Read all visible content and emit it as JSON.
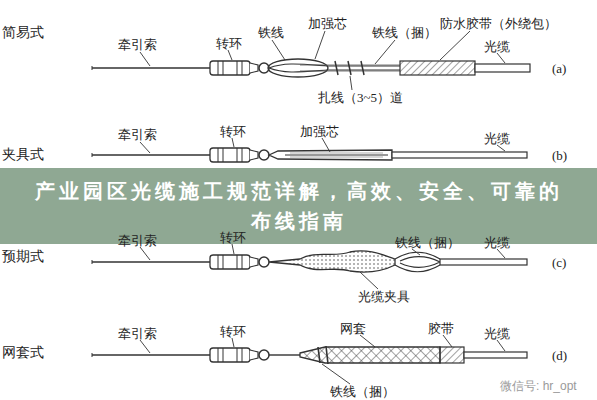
{
  "diagram": {
    "title": "产业园区光缆施工规范详解，高效、安全、可靠的布线指南",
    "labels": [
      "简易式",
      "牵引索",
      "转环",
      "铁线",
      "加强芯",
      "铁线（捆）",
      "防水胶带（外绕包）",
      "光缆",
      "(a)",
      "扎线（3~5）道",
      "夹具式",
      "牵引索",
      "转环",
      "加强芯",
      "光缆",
      "(b)",
      "预期式",
      "牵引索",
      "转环",
      "铁线（捆）",
      "光缆",
      "(c)",
      "光缆夹具",
      "网套式",
      "牵引索",
      "转环",
      "网套",
      "胶带",
      "光缆",
      "(d)",
      "铁线（捆）",
      "微信号: hr_opt"
    ]
  }
}
